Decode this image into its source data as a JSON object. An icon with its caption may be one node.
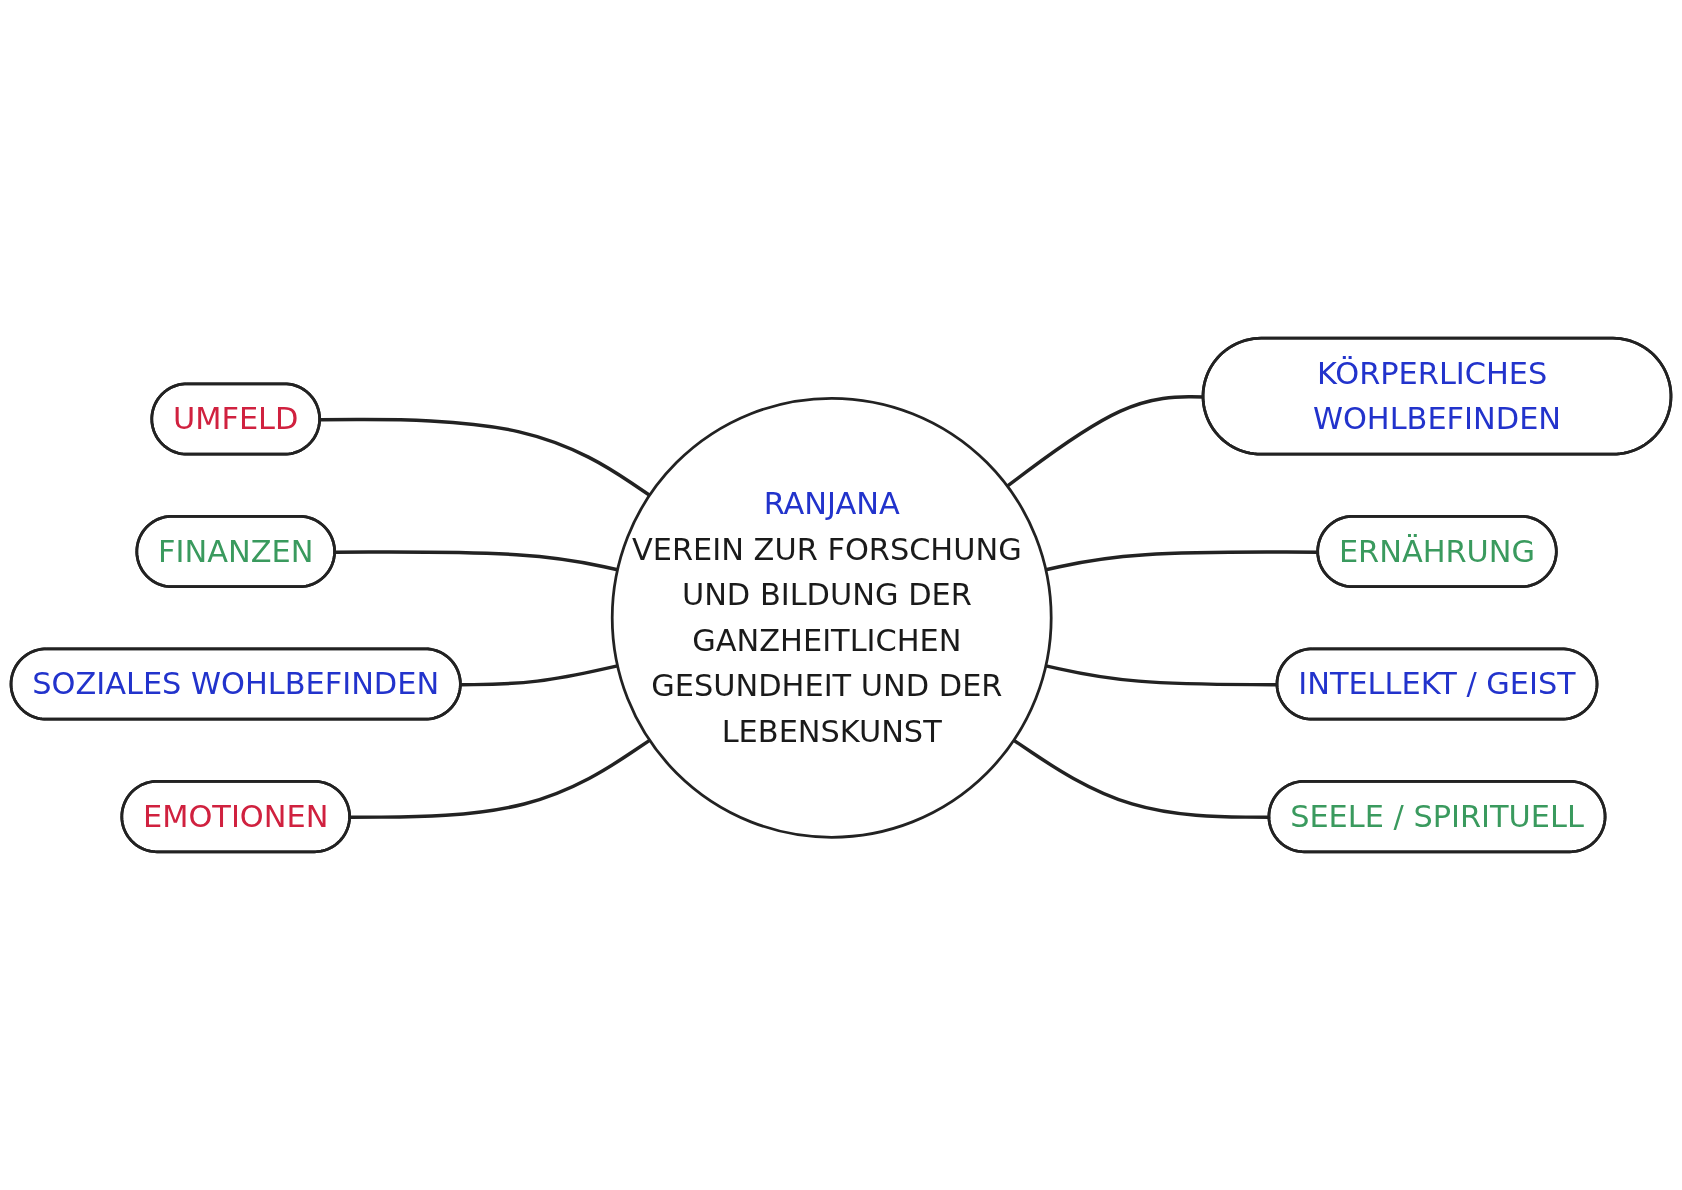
{
  "diagram": {
    "nodes": [
      {
        "text": [
          "RANJANA",
          "VEREIN ZUR FORSCHUNG UND BILDUNG DER GANZHEITLICHEN GESUNDHEIT UND DER LEBENSKUNST"
        ]
      },
      {
        "text": [
          "UMFELD"
        ]
      },
      {
        "text": [
          "KÖRPERLICHES WOHLBEFINDEN"
        ]
      },
      {
        "text": [
          "ERNÄHRUNG"
        ]
      },
      {
        "text": [
          "FINANZEN"
        ]
      },
      {
        "text": [
          "INTELLEKT / GEIST"
        ]
      },
      {
        "text": [
          "SOZIALES WOHLBEFINDEN"
        ]
      },
      {
        "text": [
          "EMOTIONEN"
        ]
      },
      {
        "text": [
          "SEELE / SPIRITUELL"
        ]
      }
    ],
    "edges": [
      {
        "from": 1,
        "to": 0,
        "arrow": "none"
      },
      {
        "from": 0,
        "to": 2,
        "arrow": "none"
      },
      {
        "from": 0,
        "to": 3,
        "arrow": "none"
      },
      {
        "from": 4,
        "to": 0,
        "arrow": "none"
      },
      {
        "from": 0,
        "to": 5,
        "arrow": "none"
      },
      {
        "from": 6,
        "to": 0,
        "arrow": "none"
      },
      {
        "from": 7,
        "to": 0,
        "arrow": "none"
      },
      {
        "from": 0,
        "to": 8,
        "arrow": "none"
      }
    ]
  }
}
